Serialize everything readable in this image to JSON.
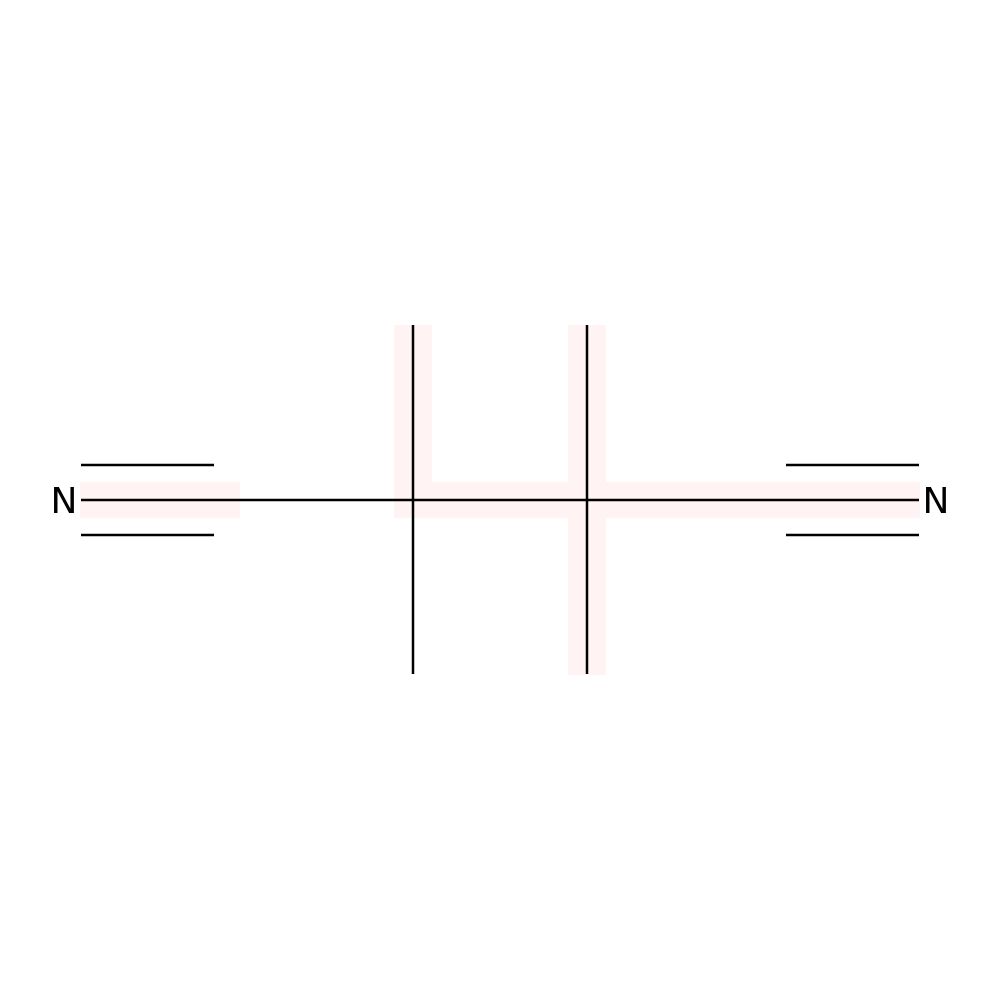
{
  "molecule": {
    "atoms": [
      {
        "id": "N1",
        "label": "N"
      },
      {
        "id": "N2",
        "label": "N"
      }
    ],
    "colors": {
      "bond": "#000000",
      "highlight": "#fff0f0",
      "background": "#ffffff"
    }
  }
}
